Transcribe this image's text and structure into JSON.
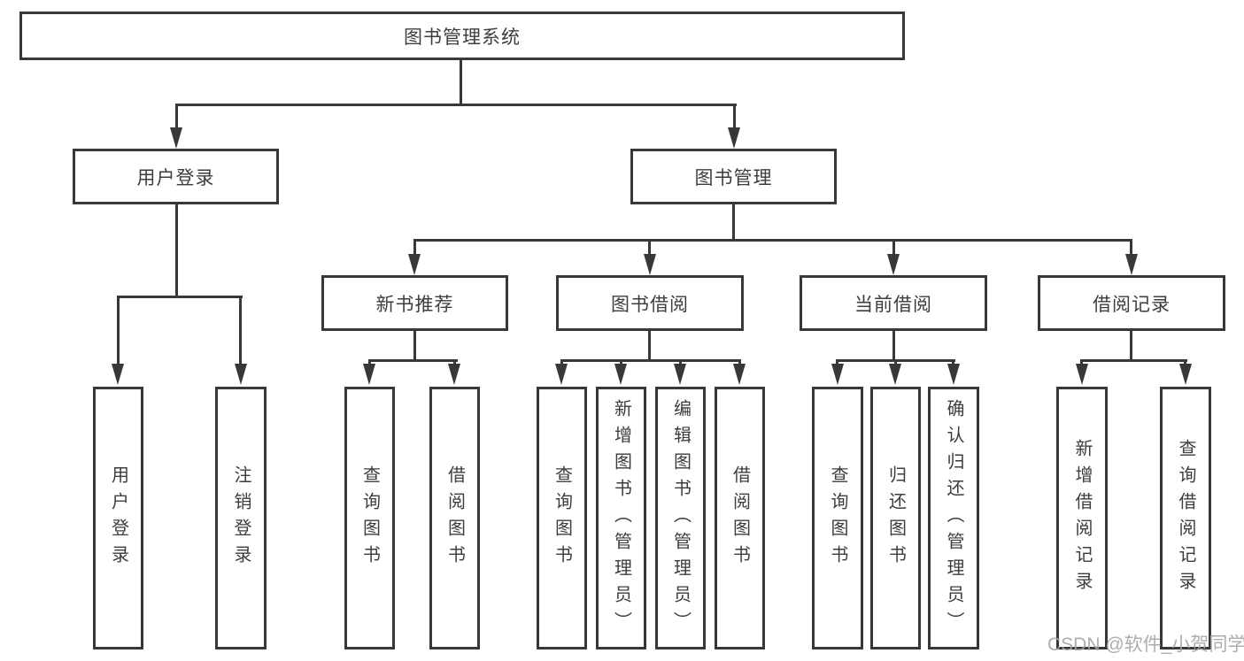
{
  "title": {
    "label": "图书管理系统"
  },
  "level2": {
    "user_login": {
      "label": "用户登录"
    },
    "book_mgmt": {
      "label": "图书管理"
    }
  },
  "login_children": [
    {
      "label": "用户登录"
    },
    {
      "label": "注销登录"
    }
  ],
  "level3": [
    {
      "label": "新书推荐"
    },
    {
      "label": "图书借阅"
    },
    {
      "label": "当前借阅"
    },
    {
      "label": "借阅记录"
    }
  ],
  "new_book_children": [
    {
      "label": "查询图书"
    },
    {
      "label": "借阅图书"
    }
  ],
  "book_borrow_children": [
    {
      "label": "查询图书"
    },
    {
      "label": "新增图书（管理员）"
    },
    {
      "label": "编辑图书（管理员）"
    },
    {
      "label": "借阅图书"
    }
  ],
  "current_borrow_children": [
    {
      "label": "查询图书"
    },
    {
      "label": "归还图书"
    },
    {
      "label": "确认归还（管理员）"
    }
  ],
  "borrow_record_children": [
    {
      "label": "新增借阅记录"
    },
    {
      "label": "查询借阅记录"
    }
  ],
  "watermark": {
    "label": "CSDN @软件_小贺同学"
  },
  "colors": {
    "line": "#383838",
    "text": "#3d3d3d",
    "watermark": "#a4a4a4",
    "background": "#ffffff"
  }
}
